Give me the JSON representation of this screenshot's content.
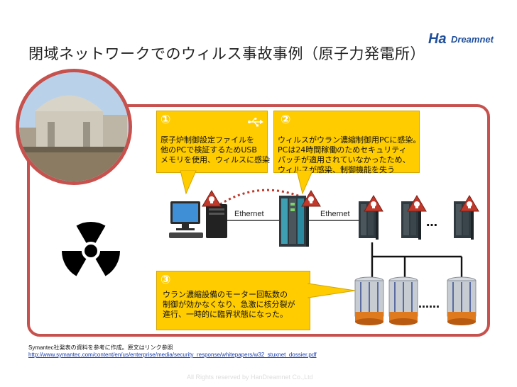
{
  "header": {
    "title": "閉域ネットワークでのウィルス事故事例（原子力発電所）",
    "logo_ha": "Ha",
    "logo_rest": "Dreamnet"
  },
  "callouts": [
    {
      "number": "①",
      "lines": [
        "原子炉制御設定ファイルを",
        "他のPCで検証するためUSB",
        "メモリを使用、ウィルスに感染"
      ]
    },
    {
      "number": "②",
      "lines": [
        "ウィルスがウラン濃縮制御用PCに感染。",
        "PCは24時間稼働のためセキュリティ",
        "パッチが適用されていなかったため、",
        "ウィルスが感染、制御機能を失う"
      ]
    },
    {
      "number": "③",
      "lines": [
        "ウラン濃縮設備のモーター回転数の",
        "制御が効かなくなり、急激に核分裂が",
        "進行、一時的に臨界状態になった。"
      ]
    }
  ],
  "network": {
    "link_left": "Ethernet",
    "link_right": "Ethernet",
    "plc_more": "…",
    "centrifuge_more": "……"
  },
  "footer": {
    "note": "Symantec社発表の資料を参考に作成。原文はリンク参照",
    "url": "http://www.symantec.com/content/en/us/enterprise/media/security_response/whitepapers/w32_stuxnet_dossier.pdf"
  },
  "copyright": "All Rights reserved by HanDreamnet Co.,Ltd",
  "colors": {
    "frame": "#c7514d",
    "callout": "#ffcc00",
    "hazard": "#c0392b",
    "logo": "#1f4f9c"
  }
}
